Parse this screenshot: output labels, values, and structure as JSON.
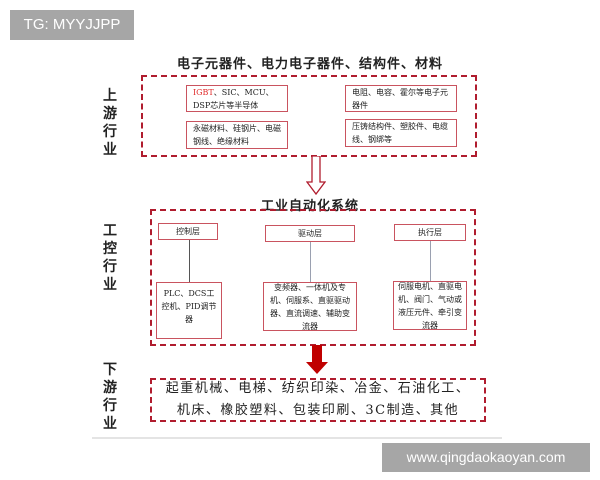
{
  "watermarks": {
    "top": "TG: MYYJJPP",
    "bottom": "www.qingdaokaoyan.com"
  },
  "colors": {
    "dashed_border": "#b01c2e",
    "box_border": "#c9535f",
    "arrow_fill": "#c00000",
    "highlight_text": "#e02a2a",
    "watermark_bg": "#a6a6a6"
  },
  "upstream": {
    "side_label": [
      "上",
      "游",
      "行",
      "业"
    ],
    "title": "电子元器件、电力电子器件、结构件、材料",
    "boxes": [
      {
        "highlight": "IGBT",
        "text": "、SIC、MCU、DSP芯片等半导体"
      },
      {
        "highlight": "",
        "text": "电阻、电容、霍尔等电子元器件"
      },
      {
        "highlight": "",
        "text": "永磁材料、硅钢片、电磁钢线、绝缘材料"
      },
      {
        "highlight": "",
        "text": "压铸结构件、塑胶件、电缆线、钢绑等"
      }
    ]
  },
  "arrow_up_to_mid": "hollow-down-arrow",
  "industrial_control": {
    "side_label": [
      "工",
      "控",
      "行",
      "业"
    ],
    "title": "工业自动化系统",
    "layers": [
      {
        "name": "控制层",
        "detail": "PLC、DCS工控机、PID调节器"
      },
      {
        "name": "驱动层",
        "detail": "变频器、一体机及专机、伺服系、直驱驱动器、直流调速、辅助变流器"
      },
      {
        "name": "执行层",
        "detail": "伺服电机、直驱电机、阀门、气动或液压元件、牵引变流器"
      }
    ]
  },
  "arrow_mid_to_down": "solid-down-arrow",
  "downstream": {
    "side_label": [
      "下",
      "游",
      "行",
      "业"
    ],
    "line1": "起重机械、电梯、纺织印染、冶金、石油化工、",
    "line2": "机床、橡胶塑料、包装印刷、3C制造、其他"
  }
}
